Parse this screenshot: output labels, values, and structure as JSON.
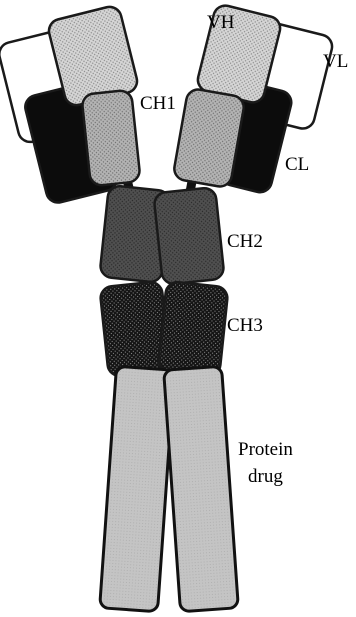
{
  "labels": {
    "vh": "VH",
    "vl": "VL",
    "ch1": "CH1",
    "cl": "CL",
    "ch2": "CH2",
    "ch3": "CH3",
    "protein_line1": "Protein",
    "protein_line2": "drug"
  },
  "colors": {
    "outline": "#1a1a1a",
    "light_chain_variable": "#ffffff",
    "light_chain_constant": "#0c0c0c",
    "vh_fill": "#d0d0d0",
    "ch1_fill": "#b0b0b0",
    "ch2_fill": "#4a4a4a",
    "ch3_fill": "#1c1c1c",
    "protein_fill": "#c3c3c3"
  }
}
